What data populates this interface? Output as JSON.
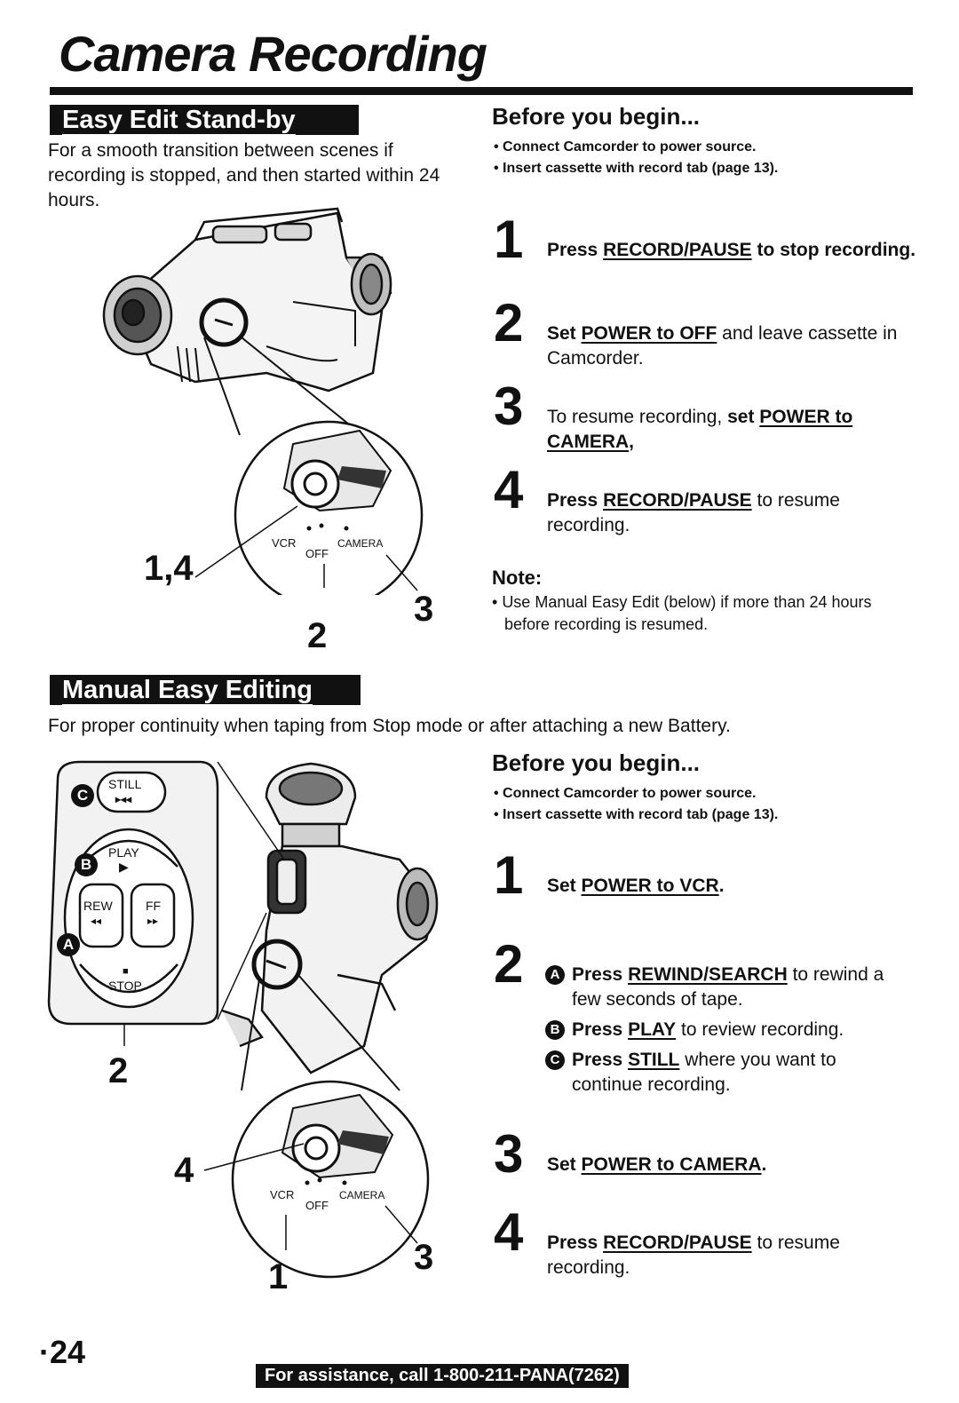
{
  "page": {
    "title": "Camera Recording",
    "page_number": "24",
    "footer": "For assistance, call 1-800-211-PANA(7262)"
  },
  "easy_edit": {
    "header": "Easy Edit Stand-by",
    "intro": "For a smooth transition between scenes if recording is stopped, and then started within 24 hours.",
    "callouts": [
      "1,4",
      "2",
      "3"
    ],
    "dial": {
      "vcr": "VCR",
      "off": "OFF",
      "camera": "CAMERA"
    },
    "before_title": "Before you begin...",
    "before_items": [
      "Connect Camcorder to power source.",
      "Insert cassette with record tab (page 13)."
    ],
    "steps": [
      {
        "num": "1",
        "pre": "",
        "bold1": "Press ",
        "u": "RECORD/PAUSE",
        "bold2": " to stop recording.",
        "plain": ""
      },
      {
        "num": "2",
        "pre": "",
        "bold1": "Set ",
        "u": "POWER to OFF",
        "bold2": "",
        "plain": " and leave cassette in Camcorder."
      },
      {
        "num": "3",
        "pre": "To resume recording, ",
        "bold1": "set ",
        "u": "POWER to CAMERA",
        "bold2": ",",
        "plain": ""
      },
      {
        "num": "4",
        "pre": "",
        "bold1": "Press ",
        "u": "RECORD/PAUSE",
        "bold2": "",
        "plain": " to resume recording."
      }
    ],
    "note_title": "Note:",
    "note_text": "Use Manual Easy Edit (below) if more than 24 hours before recording is resumed."
  },
  "manual": {
    "header": "Manual Easy Editing",
    "intro": "For proper continuity when taping from Stop mode or after attaching a new Battery.",
    "callouts": [
      "2",
      "4",
      "1",
      "3"
    ],
    "buttons": {
      "still": "STILL",
      "play": "PLAY",
      "rew": "REW",
      "ff": "FF",
      "stop": "STOP"
    },
    "markers": {
      "a": "A",
      "b": "B",
      "c": "C"
    },
    "dial": {
      "vcr": "VCR",
      "off": "OFF",
      "camera": "CAMERA"
    },
    "before_title": "Before you begin...",
    "before_items": [
      "Connect Camcorder to power source.",
      "Insert cassette with record tab (page 13)."
    ],
    "step1": {
      "num": "1",
      "bold": "Set ",
      "u": "POWER to VCR",
      "tail": "."
    },
    "step2": {
      "num": "2",
      "subs": [
        {
          "marker": "A",
          "bold": "Press ",
          "u": "REWIND/SEARCH",
          "plain": " to rewind a few seconds of tape."
        },
        {
          "marker": "B",
          "bold": "Press ",
          "u": "PLAY",
          "plain": " to review recording."
        },
        {
          "marker": "C",
          "bold": "Press ",
          "u": "STILL",
          "plain": " where you want to continue recording."
        }
      ]
    },
    "step3": {
      "num": "3",
      "bold": "Set ",
      "u": "POWER to CAMERA",
      "tail": "."
    },
    "step4": {
      "num": "4",
      "bold": "Press ",
      "u": "RECORD/PAUSE",
      "plain": " to resume recording."
    }
  }
}
